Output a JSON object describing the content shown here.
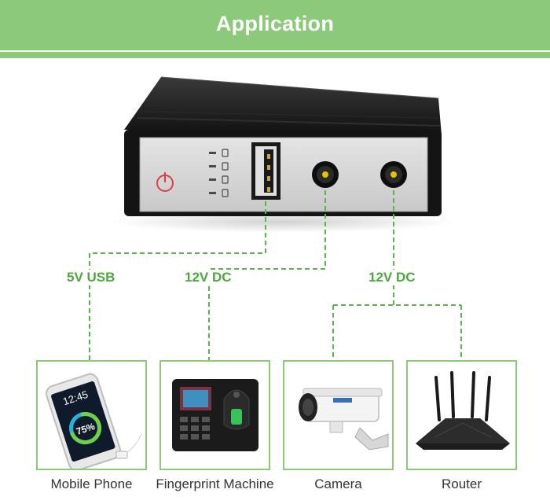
{
  "banner": {
    "title": "Application"
  },
  "ports": {
    "usb": "5V USB",
    "dc1": "12V DC",
    "dc2": "12V DC"
  },
  "phone_screen": {
    "time": "12:45",
    "percent": "75%"
  },
  "devices": [
    {
      "label": "Mobile Phone",
      "icon": "mobile-phone-icon"
    },
    {
      "label": "Fingerprint Machine",
      "icon": "fingerprint-machine-icon"
    },
    {
      "label": "Camera",
      "icon": "security-camera-icon"
    },
    {
      "label": "Router",
      "icon": "wifi-router-icon"
    }
  ],
  "colors": {
    "banner": "#8cc97b",
    "wire": "#5ab54b",
    "label_green": "#4aa83a",
    "device_body": "#1c1c1c",
    "power_button": "#d94048"
  }
}
